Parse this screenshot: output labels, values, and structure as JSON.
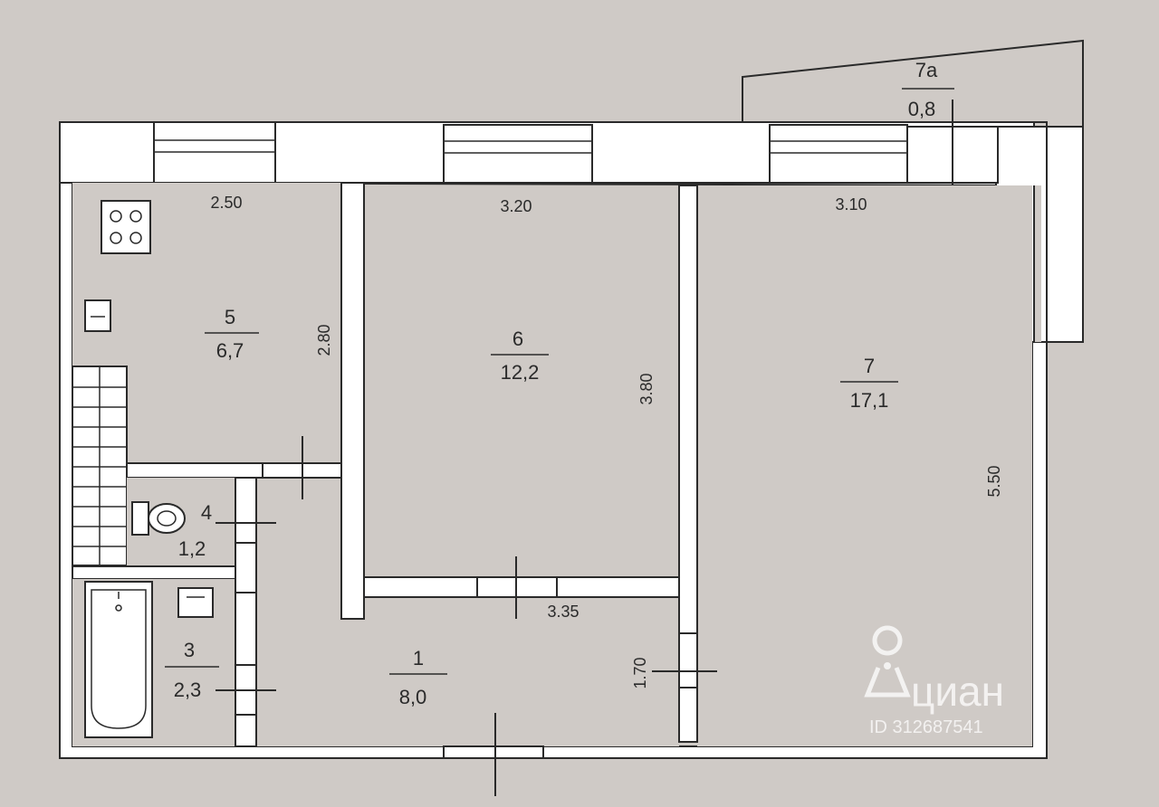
{
  "rooms": [
    {
      "number": "1",
      "area": "8,0"
    },
    {
      "number": "3",
      "area": "2,3"
    },
    {
      "number": "4",
      "area": "1,2"
    },
    {
      "number": "5",
      "area": "6,7"
    },
    {
      "number": "6",
      "area": "12,2"
    },
    {
      "number": "7",
      "area": "17,1"
    },
    {
      "number": "7а",
      "area": "0,8"
    }
  ],
  "dimensions": {
    "kitchen_width": "2.50",
    "room6_width": "3.20",
    "room7_width": "3.10",
    "kitchen_depth": "2.80",
    "room6_depth": "3.80",
    "room7_depth": "5.50",
    "hall_width": "3.35",
    "hall_depth": "1.70"
  },
  "watermark": {
    "brand": "циан",
    "id": "ID 312687541"
  },
  "icons": {
    "stove": "stove-icon",
    "sink": "sink-icon",
    "toilet": "toilet-icon",
    "bathtub": "bathtub-icon",
    "washbasin": "washbasin-icon",
    "brand": "location-pin-icon"
  },
  "colors": {
    "background": "#cfcac6",
    "walls": "#ffffff",
    "lines": "#2a2a2a"
  }
}
